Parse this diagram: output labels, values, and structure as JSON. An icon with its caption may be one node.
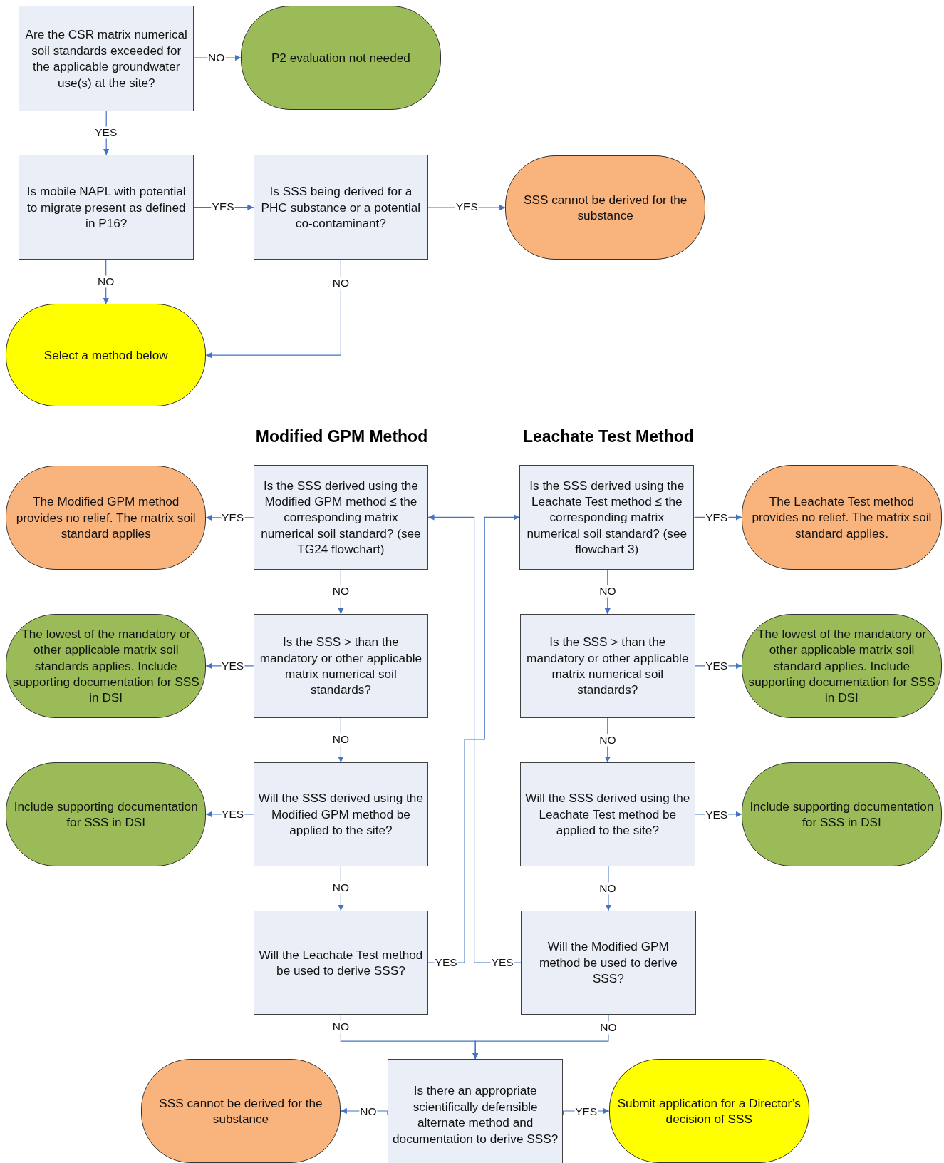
{
  "diagram": {
    "nodes": [
      {
        "text": [
          "Are the CSR matrix numerical soil standards exceeded for the applicable groundwater use(s) at the site?"
        ]
      },
      {
        "text": [
          "P2 evaluation not needed"
        ]
      },
      {
        "text": [
          "Is mobile NAPL with potential to migrate present as defined in P16?"
        ]
      },
      {
        "text": [
          "Is SSS being derived for a PHC substance or a potential co-contaminant?"
        ]
      },
      {
        "text": [
          "SSS cannot be derived for the substance"
        ]
      },
      {
        "text": [
          "Select a method below"
        ]
      },
      {
        "text": [
          "The Modified GPM method provides no relief. The matrix soil standard applies"
        ]
      },
      {
        "text": [
          "Is the SSS derived using the Modified GPM method ≤ the corresponding matrix numerical soil standard? (see TG24 flowchart)"
        ]
      },
      {
        "text": [
          "Is the SSS derived using the Leachate Test method ≤ the corresponding matrix numerical soil standard? (see flowchart 3)"
        ]
      },
      {
        "text": [
          "The Leachate Test method provides no relief. The matrix soil standard applies."
        ]
      },
      {
        "text": [
          "The lowest of the mandatory or other applicable matrix soil standards applies. Include supporting documentation for SSS in DSI"
        ]
      },
      {
        "text": [
          "Is the SSS > than the mandatory or other applicable matrix numerical soil standards?"
        ]
      },
      {
        "text": [
          "Is the SSS > than the mandatory or other applicable matrix numerical soil standards?"
        ]
      },
      {
        "text": [
          "The lowest of the mandatory or other applicable matrix soil standard applies. Include supporting documentation for SSS in DSI"
        ]
      },
      {
        "text": [
          "Include supporting documentation for SSS in DSI"
        ]
      },
      {
        "text": [
          "Will the SSS derived using the Modified GPM method be applied to the site?"
        ]
      },
      {
        "text": [
          "Will the SSS derived using the Leachate Test method be applied to the site?"
        ]
      },
      {
        "text": [
          "Include supporting documentation for SSS in DSI"
        ]
      },
      {
        "text": [
          "Will the Leachate Test method be used to derive SSS?"
        ]
      },
      {
        "text": [
          "Will the Modified GPM method be used to derive SSS?"
        ]
      },
      {
        "text": [
          "SSS cannot be derived for the substance"
        ]
      },
      {
        "text": [
          "Is there an appropriate scientifically defensible alternate method and documentation to derive SSS?"
        ]
      },
      {
        "text": [
          "Submit application for a Director’s decision of SSS"
        ]
      }
    ],
    "edges": [
      {
        "from": 0,
        "to": 1,
        "arrow": "to",
        "label": "NO"
      },
      {
        "from": 0,
        "to": 2,
        "arrow": "to",
        "label": "YES"
      },
      {
        "from": 2,
        "to": 3,
        "arrow": "to",
        "label": "YES"
      },
      {
        "from": 3,
        "to": 4,
        "arrow": "to",
        "label": "YES"
      },
      {
        "from": 2,
        "to": 5,
        "arrow": "to",
        "label": "NO"
      },
      {
        "from": 3,
        "to": 5,
        "arrow": "to",
        "label": "NO"
      },
      {
        "from": 7,
        "to": 6,
        "arrow": "to",
        "label": "YES"
      },
      {
        "from": 7,
        "to": 11,
        "arrow": "to",
        "label": "NO"
      },
      {
        "from": 11,
        "to": 10,
        "arrow": "to",
        "label": "YES"
      },
      {
        "from": 11,
        "to": 15,
        "arrow": "to",
        "label": "NO"
      },
      {
        "from": 15,
        "to": 14,
        "arrow": "to",
        "label": "YES"
      },
      {
        "from": 15,
        "to": 18,
        "arrow": "to",
        "label": "NO"
      },
      {
        "from": 18,
        "to": 8,
        "arrow": "to",
        "label": "YES"
      },
      {
        "from": 8,
        "to": 9,
        "arrow": "to",
        "label": "YES"
      },
      {
        "from": 8,
        "to": 12,
        "arrow": "to",
        "label": "NO"
      },
      {
        "from": 12,
        "to": 13,
        "arrow": "to",
        "label": "YES"
      },
      {
        "from": 12,
        "to": 16,
        "arrow": "to",
        "label": "NO"
      },
      {
        "from": 16,
        "to": 17,
        "arrow": "to",
        "label": "YES"
      },
      {
        "from": 16,
        "to": 19,
        "arrow": "to",
        "label": "NO"
      },
      {
        "from": 19,
        "to": 7,
        "arrow": "to",
        "label": "YES"
      },
      {
        "from": 18,
        "to": 21,
        "arrow": "to",
        "label": "NO"
      },
      {
        "from": 19,
        "to": 21,
        "arrow": "to",
        "label": "NO"
      },
      {
        "from": 21,
        "to": 20,
        "arrow": "to",
        "label": "NO"
      },
      {
        "from": 21,
        "to": 22,
        "arrow": "to",
        "label": "YES"
      }
    ],
    "labels": [
      "Modified GPM Method",
      "Leachate Test Method"
    ]
  }
}
